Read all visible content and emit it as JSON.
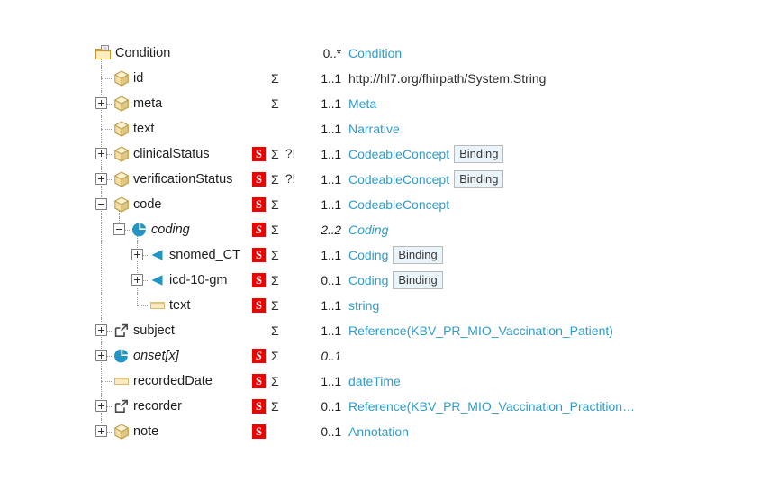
{
  "view": {
    "title": "FHIR StructureDefinition differential tree",
    "colors": {
      "link": "#2f9cc9",
      "summary_flag_bg": "#ed0000",
      "binding_bg": "#eaf5fb",
      "tree_line": "#9a9a9a",
      "element_icon": "#d9b96b",
      "slice_icon": "#2196c4",
      "primitive_icon": "#f3e3bd"
    },
    "flag_glyphs": {
      "summary": "S",
      "sigma": "Σ",
      "modifier": "?!"
    },
    "binding_label": "Binding"
  },
  "rows": [
    {
      "name": "Condition",
      "icon": "resource-folder-icon",
      "depth": 0,
      "toggle": "none",
      "italic": false,
      "summary": false,
      "sigma": false,
      "modifier": false,
      "card": "0..*",
      "type": {
        "kind": "link",
        "text": "Condition"
      },
      "binding": false
    },
    {
      "name": "id",
      "icon": "element-icon",
      "depth": 1,
      "toggle": "none",
      "italic": false,
      "summary": false,
      "sigma": true,
      "modifier": false,
      "card": "1..1",
      "type": {
        "kind": "plain",
        "text": "http://hl7.org/fhirpath/System.String"
      },
      "binding": false
    },
    {
      "name": "meta",
      "icon": "element-icon",
      "depth": 1,
      "toggle": "plus",
      "italic": false,
      "summary": false,
      "sigma": true,
      "modifier": false,
      "card": "1..1",
      "type": {
        "kind": "link",
        "text": "Meta"
      },
      "binding": false
    },
    {
      "name": "text",
      "icon": "element-icon",
      "depth": 1,
      "toggle": "none",
      "italic": false,
      "summary": false,
      "sigma": false,
      "modifier": false,
      "card": "1..1",
      "type": {
        "kind": "link",
        "text": "Narrative"
      },
      "binding": false
    },
    {
      "name": "clinicalStatus",
      "icon": "element-icon",
      "depth": 1,
      "toggle": "plus",
      "italic": false,
      "summary": true,
      "sigma": true,
      "modifier": true,
      "card": "1..1",
      "type": {
        "kind": "link",
        "text": "CodeableConcept"
      },
      "binding": true
    },
    {
      "name": "verificationStatus",
      "icon": "element-icon",
      "depth": 1,
      "toggle": "plus",
      "italic": false,
      "summary": true,
      "sigma": true,
      "modifier": true,
      "card": "1..1",
      "type": {
        "kind": "link",
        "text": "CodeableConcept"
      },
      "binding": true
    },
    {
      "name": "code",
      "icon": "element-icon",
      "depth": 1,
      "toggle": "minus",
      "italic": false,
      "summary": true,
      "sigma": true,
      "modifier": false,
      "card": "1..1",
      "type": {
        "kind": "link",
        "text": "CodeableConcept"
      },
      "binding": false
    },
    {
      "name": "coding",
      "icon": "slice-pie-icon",
      "depth": 2,
      "toggle": "minus",
      "italic": true,
      "summary": true,
      "sigma": true,
      "modifier": false,
      "card": "2..2",
      "type": {
        "kind": "link-italic",
        "text": "Coding"
      },
      "binding": false
    },
    {
      "name": "snomed_CT",
      "icon": "slice-triangle-icon",
      "depth": 3,
      "toggle": "plus",
      "italic": false,
      "summary": true,
      "sigma": true,
      "modifier": false,
      "card": "1..1",
      "type": {
        "kind": "link",
        "text": "Coding"
      },
      "binding": true
    },
    {
      "name": "icd-10-gm",
      "icon": "slice-triangle-icon",
      "depth": 3,
      "toggle": "plus",
      "italic": false,
      "summary": true,
      "sigma": true,
      "modifier": false,
      "card": "0..1",
      "type": {
        "kind": "link",
        "text": "Coding"
      },
      "binding": true
    },
    {
      "name": "text",
      "icon": "primitive-icon",
      "depth": 3,
      "toggle": "none",
      "italic": false,
      "summary": true,
      "sigma": true,
      "modifier": false,
      "card": "1..1",
      "type": {
        "kind": "link",
        "text": "string"
      },
      "binding": false
    },
    {
      "name": "subject",
      "icon": "reference-icon",
      "depth": 1,
      "toggle": "plus",
      "italic": false,
      "summary": false,
      "sigma": true,
      "modifier": false,
      "card": "1..1",
      "type": {
        "kind": "reference",
        "prefix": "Reference(",
        "target": "KBV_PR_MIO_Vaccination_Patient",
        "suffix": ")"
      },
      "binding": false
    },
    {
      "name": "onset[x]",
      "icon": "slice-pie-icon",
      "depth": 1,
      "toggle": "plus",
      "italic": true,
      "summary": true,
      "sigma": true,
      "modifier": false,
      "card": "0..1",
      "type": {
        "kind": "empty",
        "text": ""
      },
      "binding": false
    },
    {
      "name": "recordedDate",
      "icon": "primitive-icon",
      "depth": 1,
      "toggle": "none",
      "italic": false,
      "summary": true,
      "sigma": true,
      "modifier": false,
      "card": "1..1",
      "type": {
        "kind": "link",
        "text": "dateTime"
      },
      "binding": false
    },
    {
      "name": "recorder",
      "icon": "reference-icon",
      "depth": 1,
      "toggle": "plus",
      "italic": false,
      "summary": true,
      "sigma": true,
      "modifier": false,
      "card": "0..1",
      "type": {
        "kind": "reference",
        "prefix": "Reference(",
        "target": "KBV_PR_MIO_Vaccination_Practition…",
        "suffix": ""
      },
      "binding": false
    },
    {
      "name": "note",
      "icon": "element-icon",
      "depth": 1,
      "toggle": "plus",
      "italic": false,
      "summary": true,
      "sigma": false,
      "modifier": false,
      "card": "0..1",
      "type": {
        "kind": "link",
        "text": "Annotation"
      },
      "binding": false
    }
  ]
}
